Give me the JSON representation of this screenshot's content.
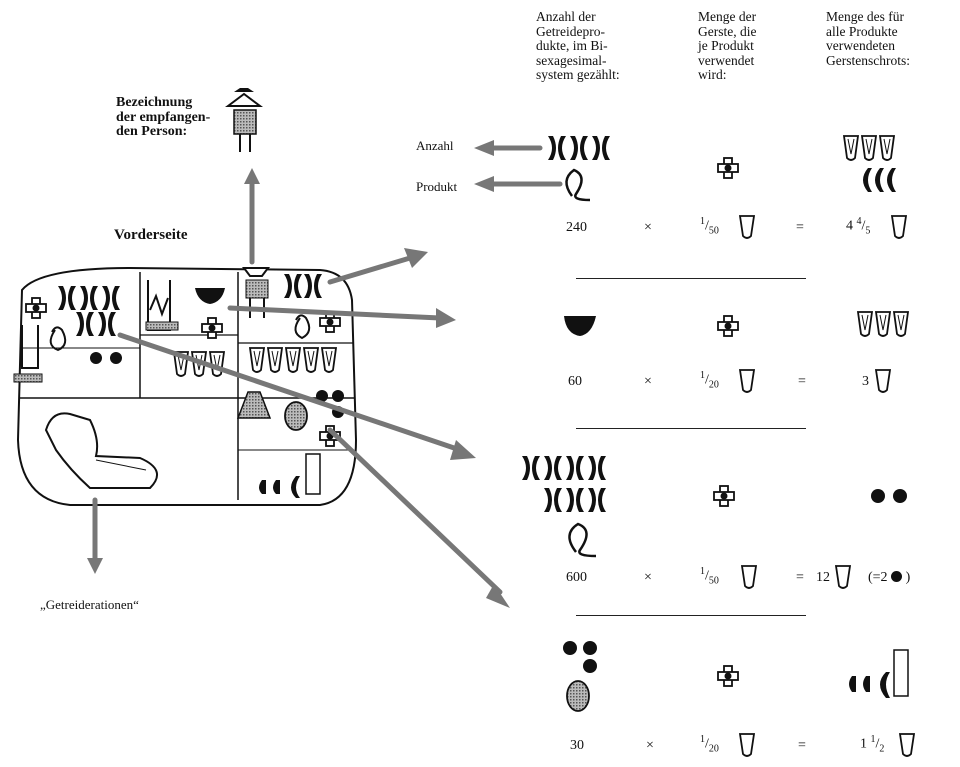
{
  "headers": {
    "col_count": "Anzahl der\nGetreidepro-\ndukte, im Bi-\nsexagesimal-\nsystem gezählt:",
    "col_amount": "Menge der\nGerste, die\nje Produkt\nverwendet\nwird:",
    "col_total": "Menge des für\nalle Produkte\nverwendeten\nGerstenschrots:"
  },
  "labels": {
    "recipient": "Bezeichnung\nder empfangen-\nden Person:",
    "anzahl": "Anzahl",
    "produkt": "Produkt",
    "obverse": "Vorderseite",
    "caption": "„Getreiderationen“"
  },
  "rows": [
    {
      "count": "240",
      "times": "×",
      "rate_num": "1",
      "rate_den": "50",
      "equals": "=",
      "total_whole": "4",
      "total_num": "4",
      "total_den": "5",
      "note": ""
    },
    {
      "count": "60",
      "times": "×",
      "rate_num": "1",
      "rate_den": "20",
      "equals": "=",
      "total_whole": "3",
      "total_num": "",
      "total_den": "",
      "note": ""
    },
    {
      "count": "600",
      "times": "×",
      "rate_num": "1",
      "rate_den": "50",
      "equals": "=",
      "total_whole": "12",
      "total_num": "",
      "total_den": "",
      "note": "(=2"
    },
    {
      "count": "30",
      "times": "×",
      "rate_num": "1",
      "rate_den": "20",
      "equals": "=",
      "total_whole": "1",
      "total_num": "1",
      "total_den": "2",
      "note": ""
    }
  ]
}
